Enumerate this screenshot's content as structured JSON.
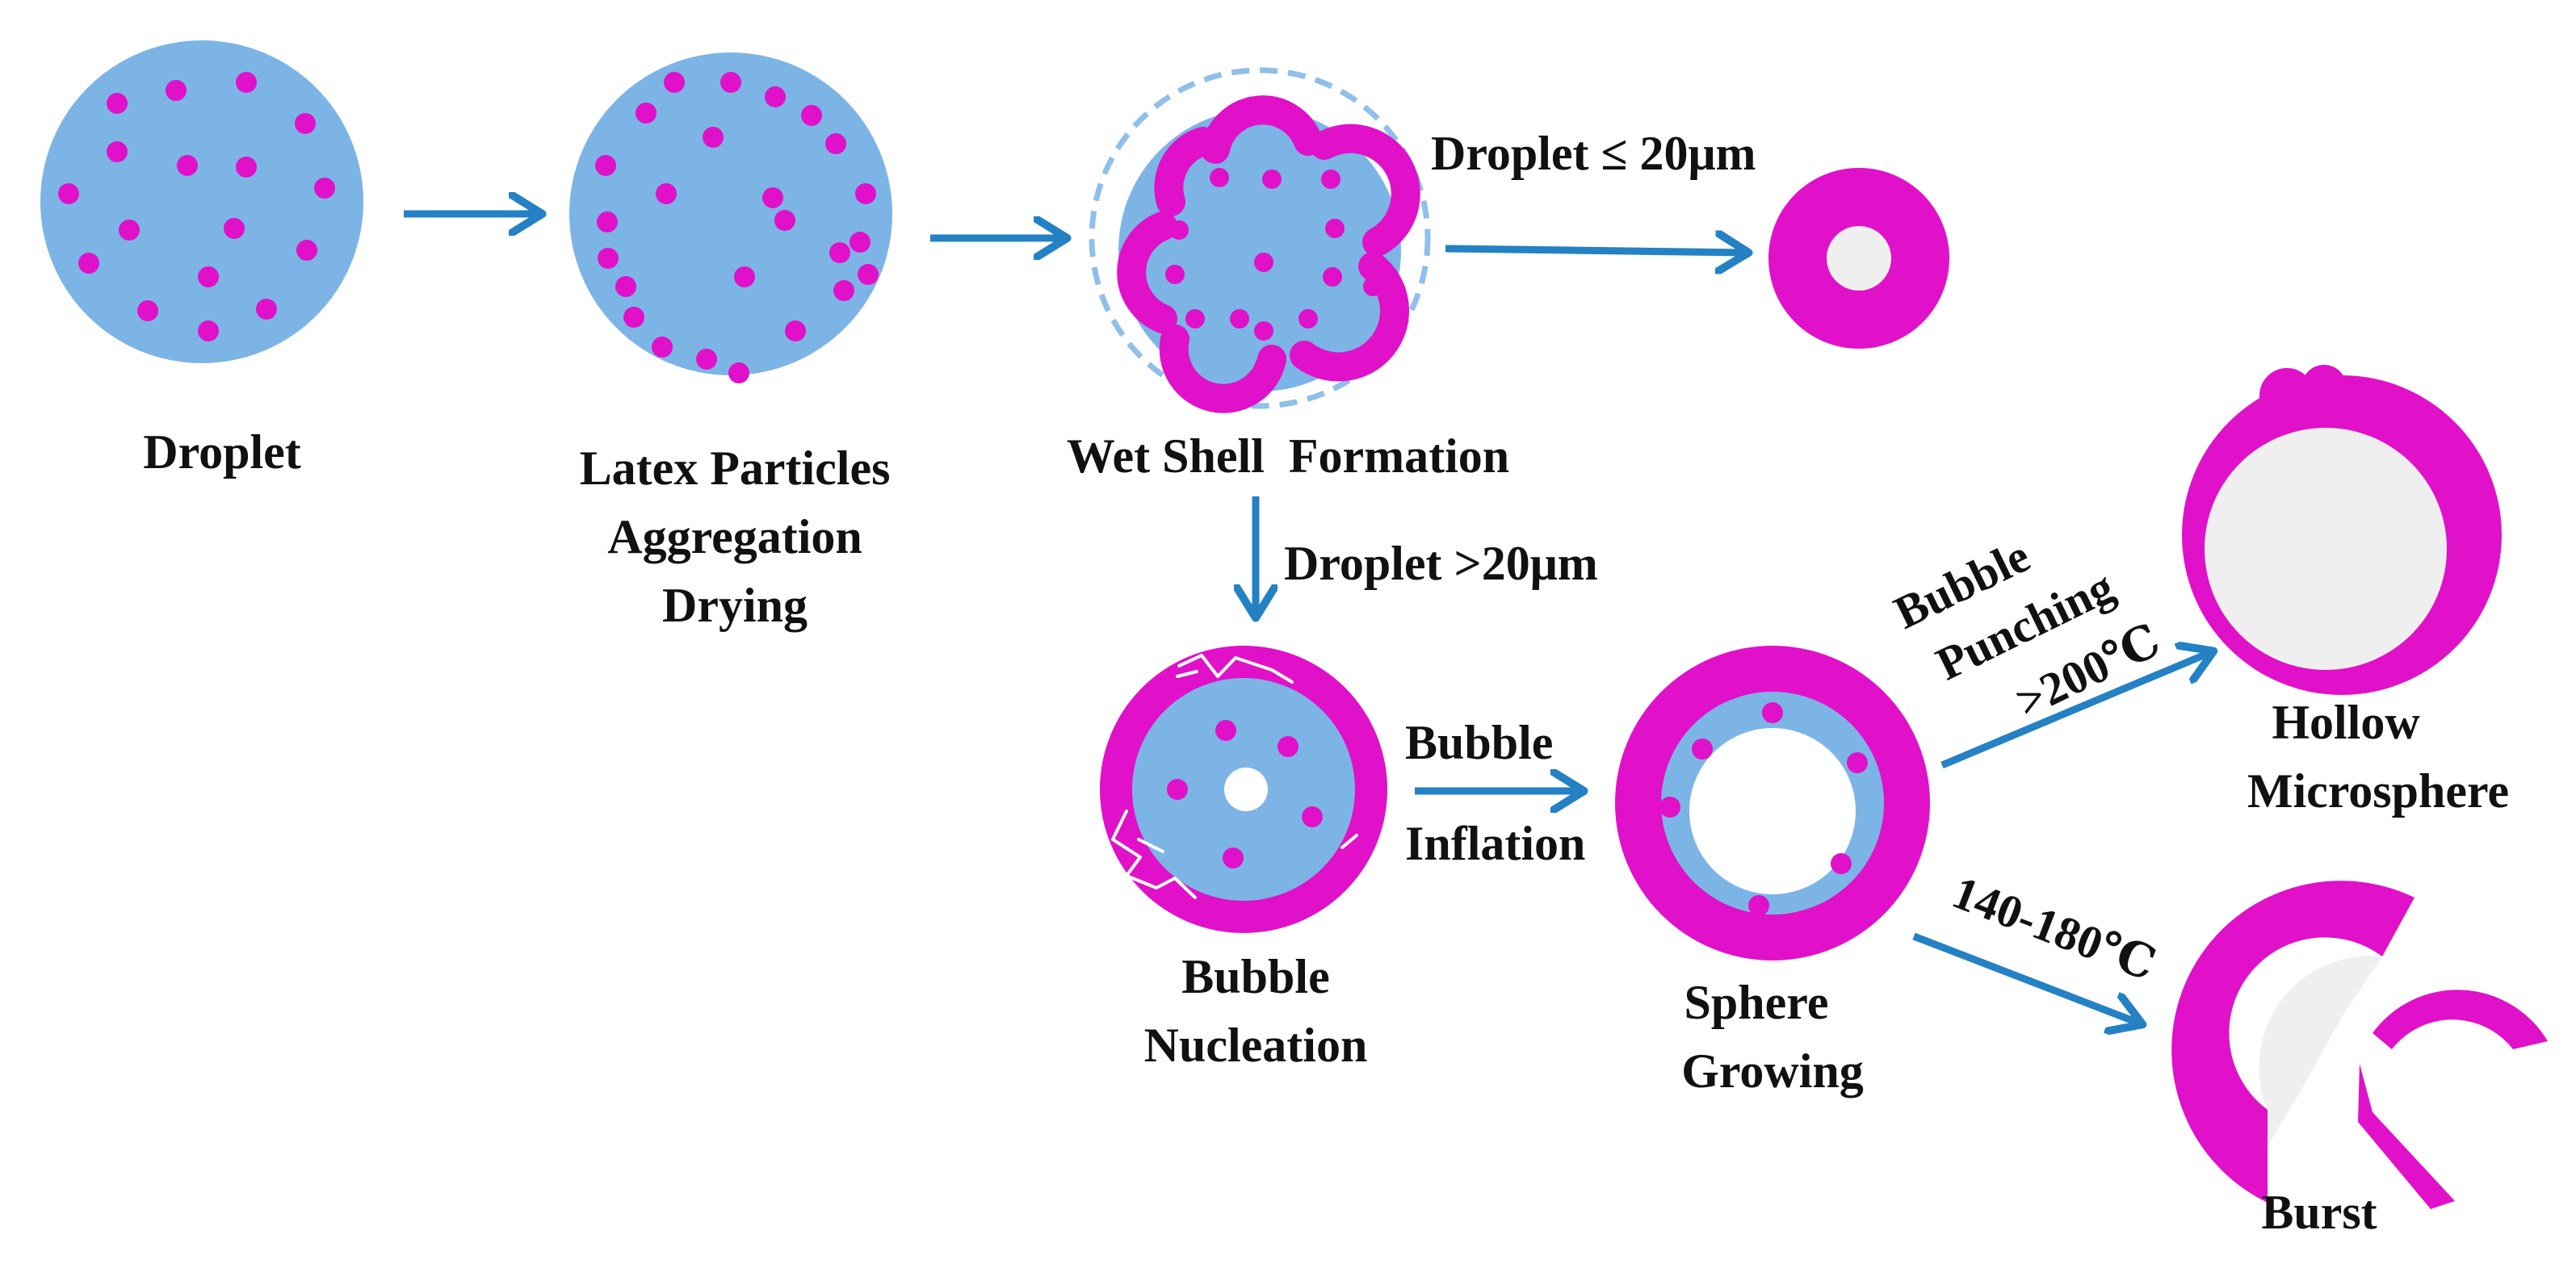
{
  "colors": {
    "droplet_fill": "#7db4e6",
    "particle": "#e011c8",
    "arrow": "#2481c4",
    "shell": "#e011c8",
    "hollow_core": "#efefef",
    "dashed_ring": "#8fbfea"
  },
  "stages": {
    "droplet": {
      "label": "Droplet"
    },
    "aggregation": {
      "line1": "Latex Particles",
      "line2": "Aggregation",
      "line3": "Drying"
    },
    "wet_shell": {
      "label": "Wet Shell  Formation"
    },
    "small_droplet": {
      "label": "Droplet ≤ 20μm"
    },
    "large_droplet": {
      "label": "Droplet >20μm"
    },
    "nucleation": {
      "line1": "Bubble",
      "line2": "Nucleation"
    },
    "inflation": {
      "line1": "Bubble",
      "line2": "Inflation"
    },
    "growing": {
      "line1": "Sphere",
      "line2": "Growing"
    },
    "punching": {
      "line1": "Bubble",
      "line2": "Punching",
      "line3": ">200℃"
    },
    "hollow": {
      "line1": "Hollow",
      "line2": "Microsphere"
    },
    "burst_temp": {
      "label": "140-180℃"
    },
    "burst": {
      "label": "Burst"
    }
  }
}
